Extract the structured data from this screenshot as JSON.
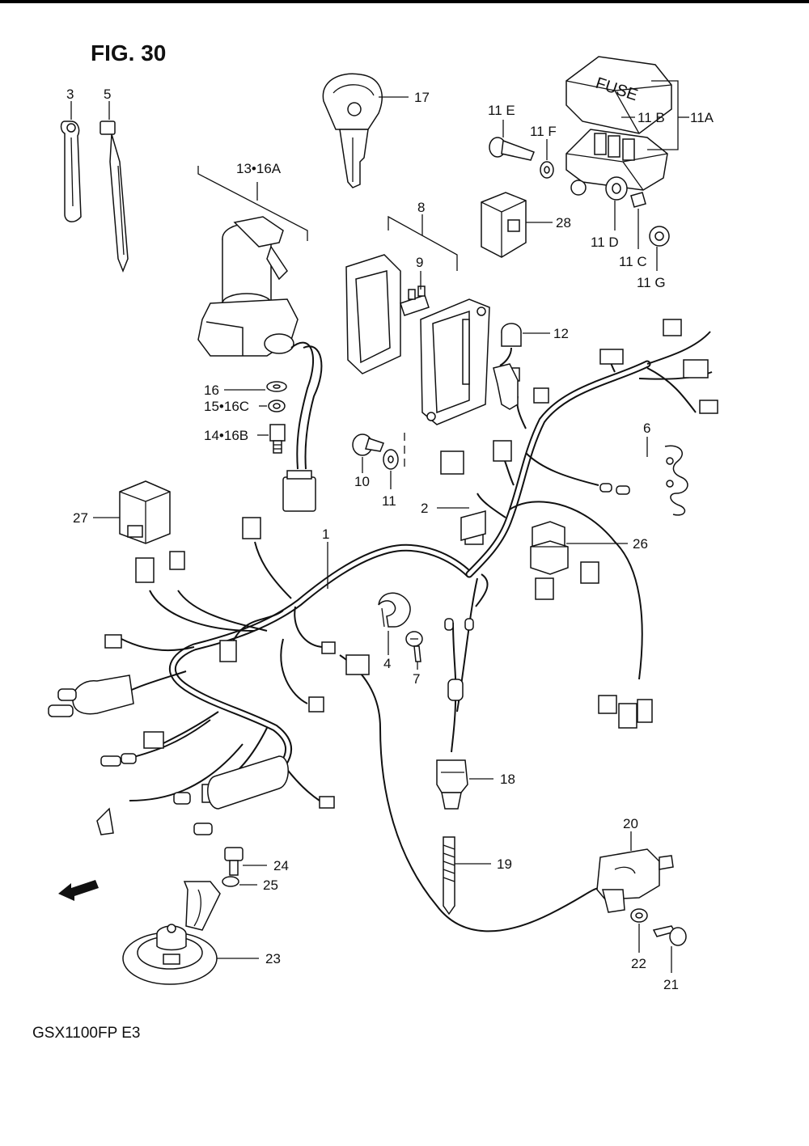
{
  "figure": {
    "title": "FIG. 30",
    "model": "GSX1100FP  E3",
    "direction_arrow": "FWD"
  },
  "callouts": {
    "c1": "1",
    "c2": "2",
    "c3": "3",
    "c4": "4",
    "c5": "5",
    "c6": "6",
    "c7": "7",
    "c8": "8",
    "c9": "9",
    "c10": "10",
    "c11": "11",
    "c11a": "11A",
    "c11b": "11 B",
    "c11c": "11 C",
    "c11d": "11 D",
    "c11e": "11 E",
    "c11f": "11 F",
    "c11g": "11 G",
    "c12": "12",
    "c13_16a": "13•16A",
    "c14_16b": "14•16B",
    "c15_16c": "15•16C",
    "c16": "16",
    "c17": "17",
    "c18": "18",
    "c19": "19",
    "c20": "20",
    "c21": "21",
    "c22": "22",
    "c23": "23",
    "c24": "24",
    "c25": "25",
    "c26": "26",
    "c27": "27",
    "c28": "28"
  },
  "part_markings": {
    "fuse_cover": "FUSE"
  }
}
